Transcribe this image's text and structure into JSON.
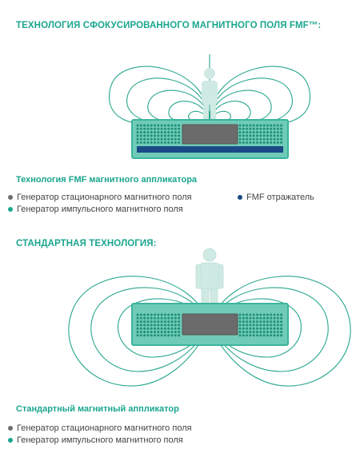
{
  "colors": {
    "accent": "#1aa68e",
    "field_line": "#2aa78e",
    "board": "#6fcbb8",
    "board_edge": "#3bb49c",
    "grid_dot": "#1f8f77",
    "magnet": "#6b6b6b",
    "reflector": "#1a4a86",
    "text": "#444444",
    "dot_gray": "#6e6e6e",
    "dot_teal": "#1aa68e",
    "dot_blue": "#1a4a86",
    "human": "#cfe9e3"
  },
  "fmf": {
    "title": "ТЕХНОЛОГИЯ СФОКУСИРОВАННОГО МАГНИТНОГО ПОЛЯ FMF™:",
    "subtitle": "Технология FMF магнитного аппликатора",
    "legend": [
      {
        "label": "Генератор стационарного магнитного поля",
        "color": "gray"
      },
      {
        "label": "Генератор импульсного магнитного поля",
        "color": "teal"
      },
      {
        "label": "FMF отражатель",
        "color": "blue"
      }
    ]
  },
  "standard": {
    "title": "СТАНДАРТНАЯ ТЕХНОЛОГИЯ:",
    "subtitle": "Стандартный магнитный аппликатор",
    "legend": [
      {
        "label": "Генератор стационарного магнитного поля",
        "color": "gray"
      },
      {
        "label": "Генератор импульсного магнитного поля",
        "color": "teal"
      }
    ]
  }
}
